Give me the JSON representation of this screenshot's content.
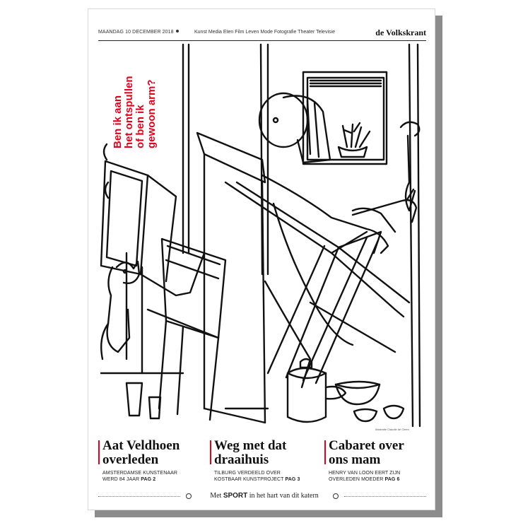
{
  "masthead": {
    "date": "MAANDAG 10 DECEMBER 2018",
    "sections": "Kunst Media Eten Film Leven Mode Fotografie Theater Televisie",
    "logo": "de Volkskrant"
  },
  "cover": {
    "red_headline_lines": [
      "Ben ik aan",
      "het ontspullen",
      "of ben ik",
      "gewoon arm?"
    ],
    "illustration_credit": "Illustratie Claudie de Cleen"
  },
  "teasers": [
    {
      "title_line1": "Aat Veldhoen",
      "title_line2": "overleden",
      "sub_line1": "AMSTERDAMSE KUNSTENAAR",
      "sub_line2": "WERD 84 JAAR",
      "page": "PAG 2"
    },
    {
      "title_line1": "Weg met dat",
      "title_line2": "draaihuis",
      "sub_line1": "TILBURG VERDEELD OVER",
      "sub_line2": "KOSTBAAR KUNSTPROJECT",
      "page": "PAG 3"
    },
    {
      "title_line1": "Cabaret over",
      "title_line2": "ons mam",
      "sub_line1": "HENRY VAN LOON EERT ZIJN",
      "sub_line2": "OVERLEDEN MOEDER",
      "page": "PAG 6"
    }
  ],
  "footer": {
    "prefix": "Met",
    "sport": "SPORT",
    "suffix": "in het hart van dit katern"
  },
  "colors": {
    "accent": "#e3001b",
    "ink": "#111111",
    "shadow": "#8c8c8c"
  }
}
